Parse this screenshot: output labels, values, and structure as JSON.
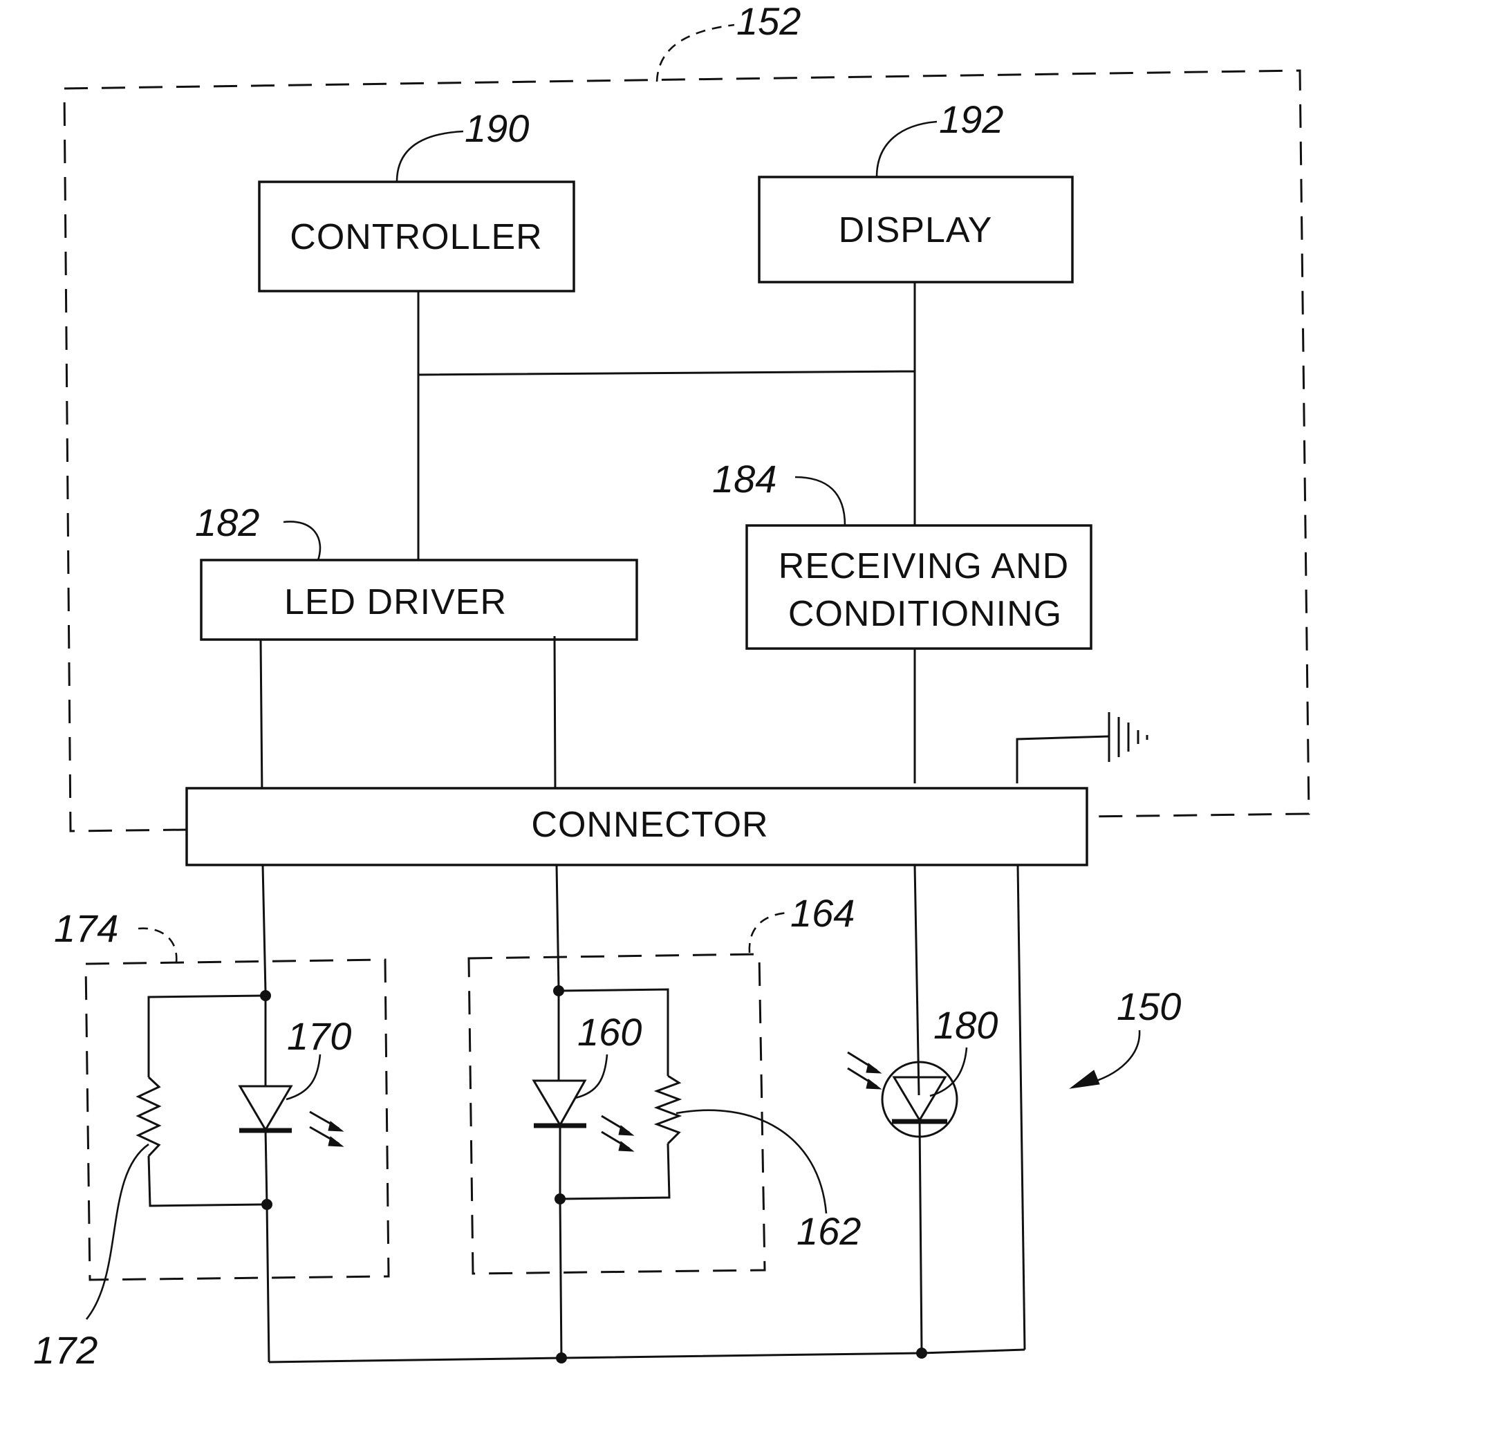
{
  "blocks": {
    "controller": "CONTROLLER",
    "display": "DISPLAY",
    "led_driver": "LED DRIVER",
    "receiving_line1": "RECEIVING AND",
    "receiving_line2": "CONDITIONING",
    "connector": "CONNECTOR"
  },
  "refs": {
    "r150": "150",
    "r152": "152",
    "r160": "160",
    "r162": "162",
    "r164": "164",
    "r170": "170",
    "r172": "172",
    "r174": "174",
    "r180": "180",
    "r182": "182",
    "r184": "184",
    "r190": "190",
    "r192": "192"
  }
}
